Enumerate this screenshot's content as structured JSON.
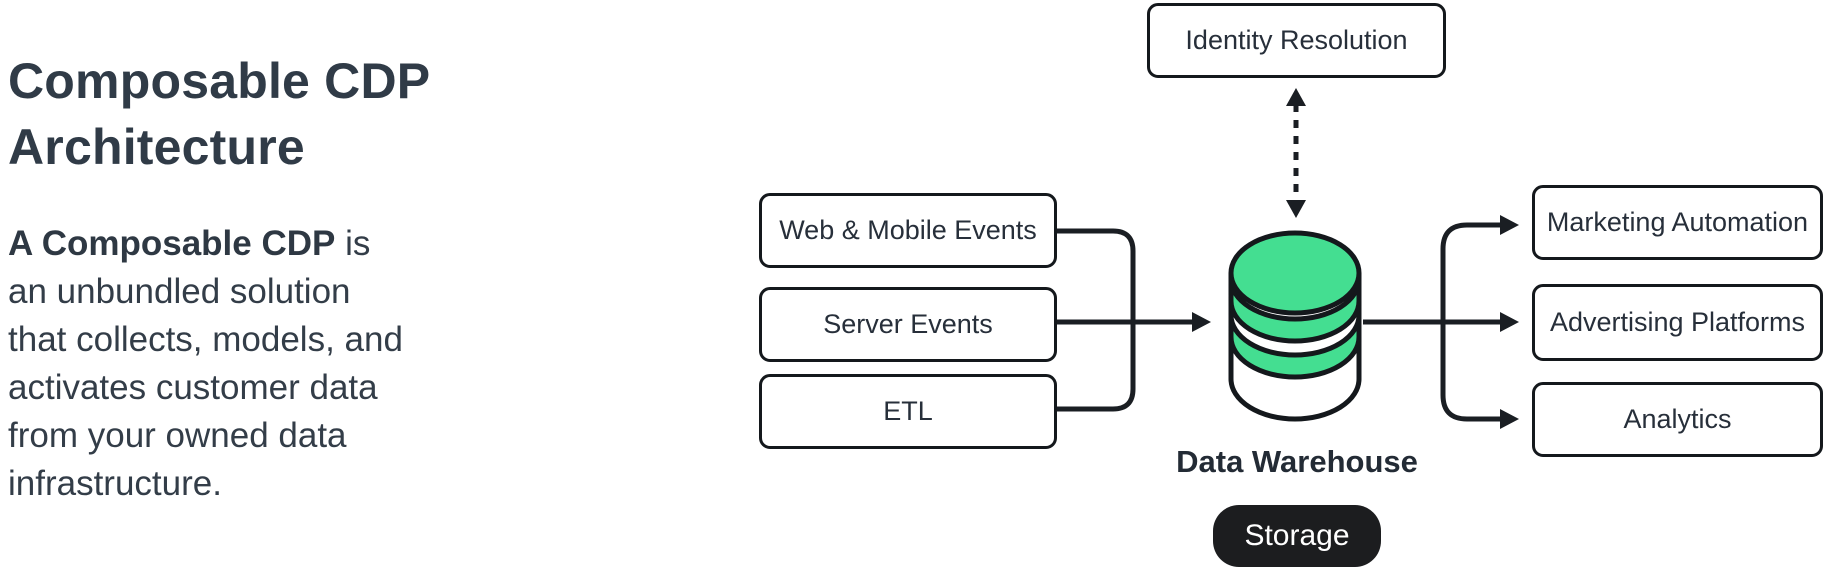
{
  "header": {
    "title": "Composable CDP Architecture"
  },
  "intro": {
    "bold": "A Composable CDP",
    "rest": " is an unbundled solution that collects, models, and activates customer data from your owned data infrastructure."
  },
  "colors": {
    "background": "#FFFFFF",
    "title_text": "#303B47",
    "body_text": "#333D48",
    "node_border": "#14181C",
    "node_text": "#272F3A",
    "connector_line": "#1A1E23",
    "accent_green": "#44DE91",
    "storage_bg": "#1C1D1F",
    "storage_text": "#FFFFFF"
  },
  "diagram": {
    "sources": [
      {
        "label": "Web & Mobile Events"
      },
      {
        "label": "Server Events"
      },
      {
        "label": "ETL"
      }
    ],
    "identity": {
      "label": "Identity Resolution"
    },
    "warehouse": {
      "label": "Data Warehouse",
      "badge": "Storage",
      "icon": "database-cylinder-icon"
    },
    "destinations": [
      {
        "label": "Marketing Automation"
      },
      {
        "label": "Advertising Platforms"
      },
      {
        "label": "Analytics"
      }
    ]
  }
}
